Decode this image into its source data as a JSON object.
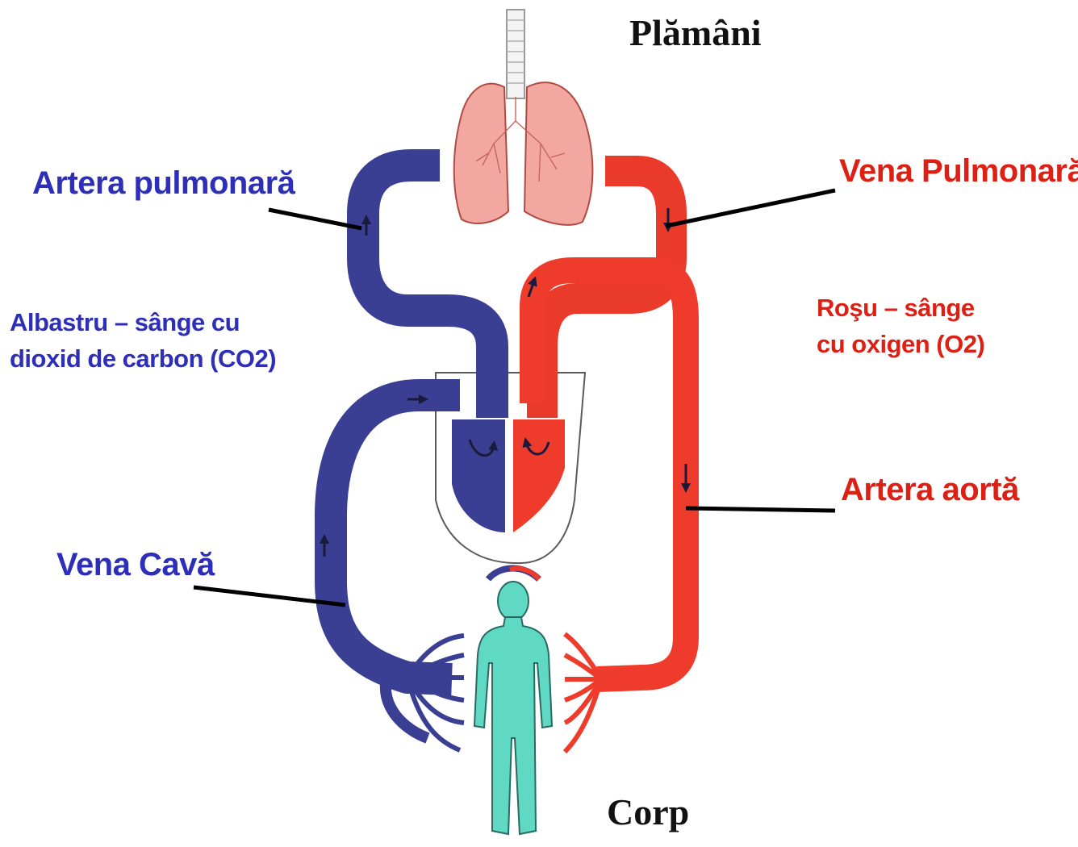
{
  "labels": {
    "lungs": "Plămâni",
    "body": "Corp",
    "pulmonary_artery": "Artera pulmonară",
    "pulmonary_vein": "Vena Pulmonară",
    "aorta": "Artera aortă",
    "vena_cava": "Vena Cavă",
    "blue_legend_line1": "Albastru – sânge cu",
    "blue_legend_line2": "dioxid de carbon (CO2)",
    "red_legend_line1": "Roşu – sânge",
    "red_legend_line2": "cu oxigen (O2)"
  },
  "colors": {
    "deoxygenated": "#3a3f94",
    "oxygenated": "#ee3b2b",
    "blue_text": "#2e2fb8",
    "red_text": "#dd1f14",
    "lungs": "#f2a8a0",
    "body_figure": "#5fd8c4",
    "leader_line": "#000000"
  }
}
